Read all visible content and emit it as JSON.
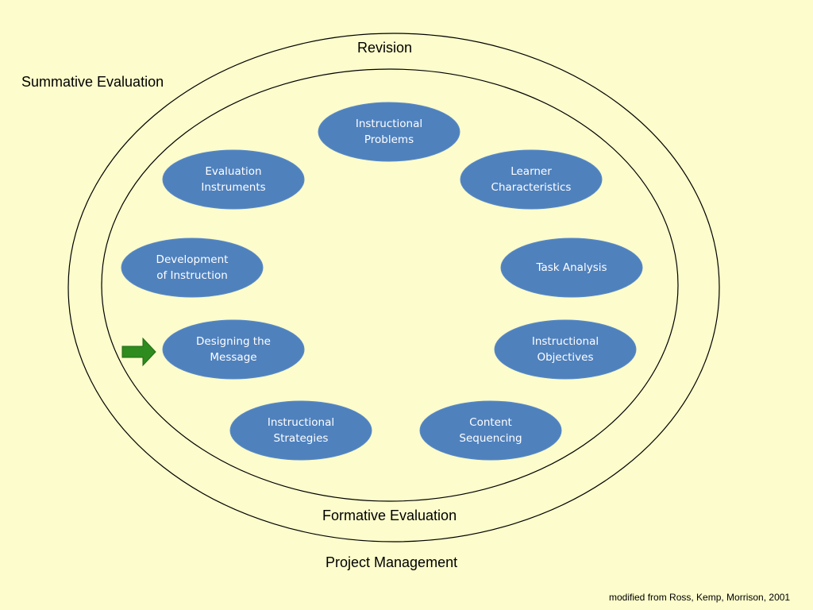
{
  "outer_labels": {
    "revision": "Revision",
    "summative_evaluation": "Summative Evaluation",
    "formative_evaluation": "Formative Evaluation",
    "project_management": "Project Management"
  },
  "nodes": [
    {
      "id": "instructional-problems",
      "label": "Instructional\nProblems"
    },
    {
      "id": "learner-characteristics",
      "label": "Learner\nCharacteristics"
    },
    {
      "id": "task-analysis",
      "label": "Task Analysis"
    },
    {
      "id": "instructional-objectives",
      "label": "Instructional\nObjectives"
    },
    {
      "id": "content-sequencing",
      "label": "Content\nSequencing"
    },
    {
      "id": "instructional-strategies",
      "label": "Instructional\nStrategies"
    },
    {
      "id": "designing-the-message",
      "label": "Designing the\nMessage"
    },
    {
      "id": "development-of-instruction",
      "label": "Development\nof Instruction"
    },
    {
      "id": "evaluation-instruments",
      "label": "Evaluation\nInstruments"
    }
  ],
  "highlighted_node": "designing-the-message",
  "credit": "modified from Ross, Kemp, Morrison, 2001",
  "colors": {
    "background": "#fcfccc",
    "node_fill": "#4f81bd",
    "node_text": "#ffffff",
    "arrow": "#2e8b1e",
    "ring_stroke": "#000000"
  },
  "icons": {
    "pointer": "right-arrow-icon"
  }
}
